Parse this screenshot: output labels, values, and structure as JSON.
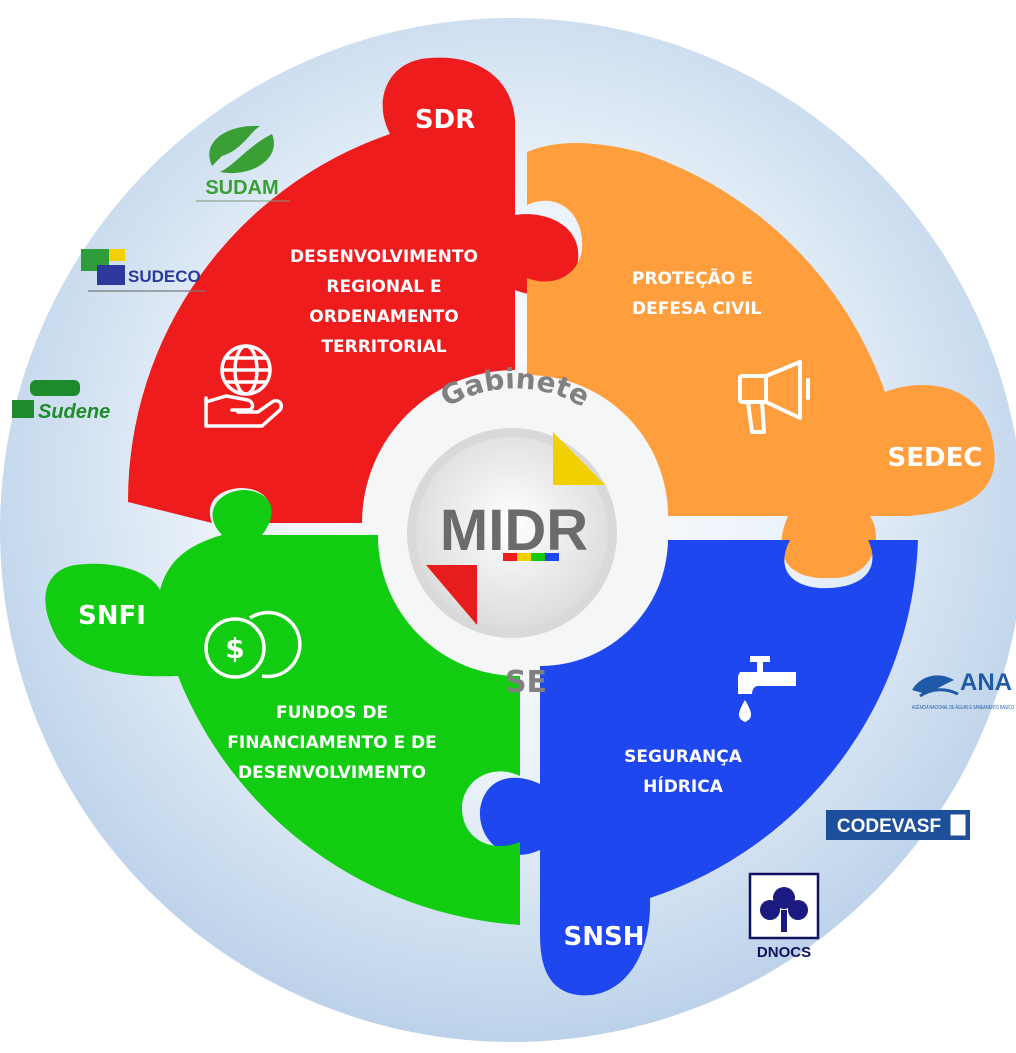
{
  "center": {
    "top_label": "Gabinete",
    "logo_text": "MIDR",
    "bottom_label": "SE"
  },
  "pieces": [
    {
      "code": "SDR",
      "lines": [
        "DESENVOLVIMENTO",
        "REGIONAL E",
        "ORDENAMENTO",
        "TERRITORIAL"
      ],
      "color": "#ee1c1c",
      "icon": "globe-in-hand-icon"
    },
    {
      "code": "SEDEC",
      "lines": [
        "PROTEÇÃO E",
        "DEFESA CIVIL"
      ],
      "color": "#ff9e3d",
      "icon": "megaphone-icon"
    },
    {
      "code": "SNSH",
      "lines": [
        "SEGURANÇA",
        "HÍDRICA"
      ],
      "color": "#1f47f0",
      "icon": "water-tap-icon"
    },
    {
      "code": "SNFI",
      "lines": [
        "FUNDOS DE",
        "FINANCIAMENTO  E DE",
        "DESENVOLVIMENTO"
      ],
      "color": "#11cc11",
      "icon": "coins-dollar-icon"
    }
  ],
  "logos": {
    "sudam": "SUDAM",
    "sudeco": "SUDECO",
    "sudene": "Sudene",
    "ana": "ANA",
    "ana_sub": "AGÊNCIA NACIONAL DE ÁGUAS E SANEAMENTO BÁSICO",
    "codevasf": "CODEVASF",
    "dnocs": "DNOCS"
  },
  "colors": {
    "background_disc": "#cfdff0",
    "center_ring": "#e3e3e3",
    "logo_gray": "#6b6b6b",
    "accent_yellow": "#f2cf00",
    "accent_red": "#e81c1c"
  }
}
